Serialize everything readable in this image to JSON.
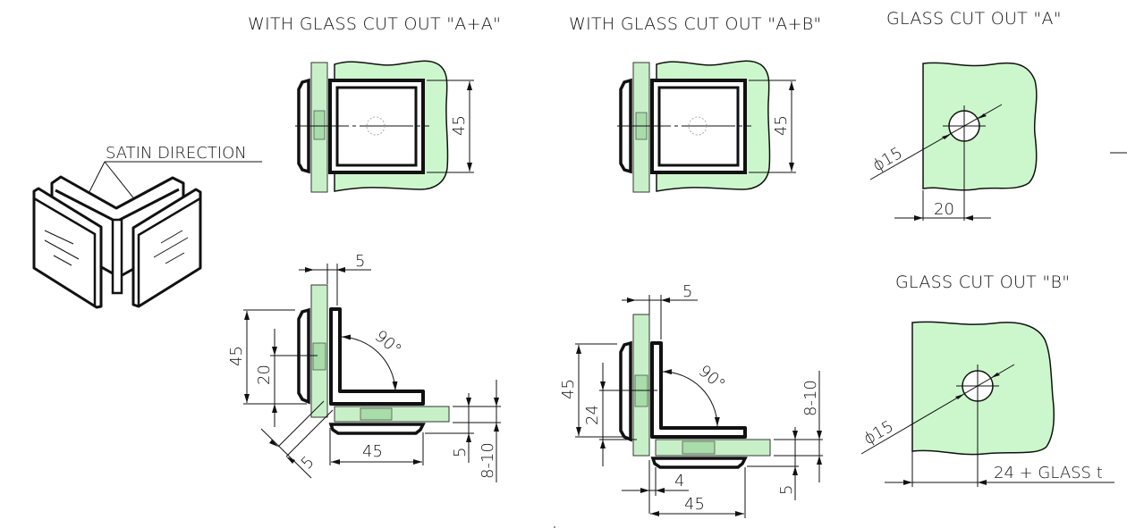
{
  "colors": {
    "glass_fill": "#ccf7cc",
    "line": "#111111",
    "background": "#ffffff"
  },
  "iso_view": {
    "label": "SATIN DIRECTION"
  },
  "view_aa": {
    "title": "WITH GLASS CUT OUT \"A+A\"",
    "front_height": "45",
    "top_offset": "5",
    "outer_height": "45",
    "hole_offset": "20",
    "angle": "90°",
    "diag_offset": "5",
    "bottom_width": "45",
    "gasket": "5",
    "glass_range": "8-10"
  },
  "view_ab": {
    "title": "WITH GLASS CUT OUT \"A+B\"",
    "front_height": "45",
    "top_offset": "5",
    "outer_height": "45",
    "hole_offset": "24",
    "angle": "90°",
    "glass_range": "8-10",
    "gasket": "5",
    "edge_offset": "4",
    "bottom_width": "45"
  },
  "cutout_a": {
    "title": "GLASS CUT OUT \"A\"",
    "diameter": "ϕ15",
    "edge_distance": "20"
  },
  "cutout_b": {
    "title": "GLASS CUT OUT \"B\"",
    "diameter": "ϕ15",
    "edge_distance": "24 + GLASS t"
  }
}
